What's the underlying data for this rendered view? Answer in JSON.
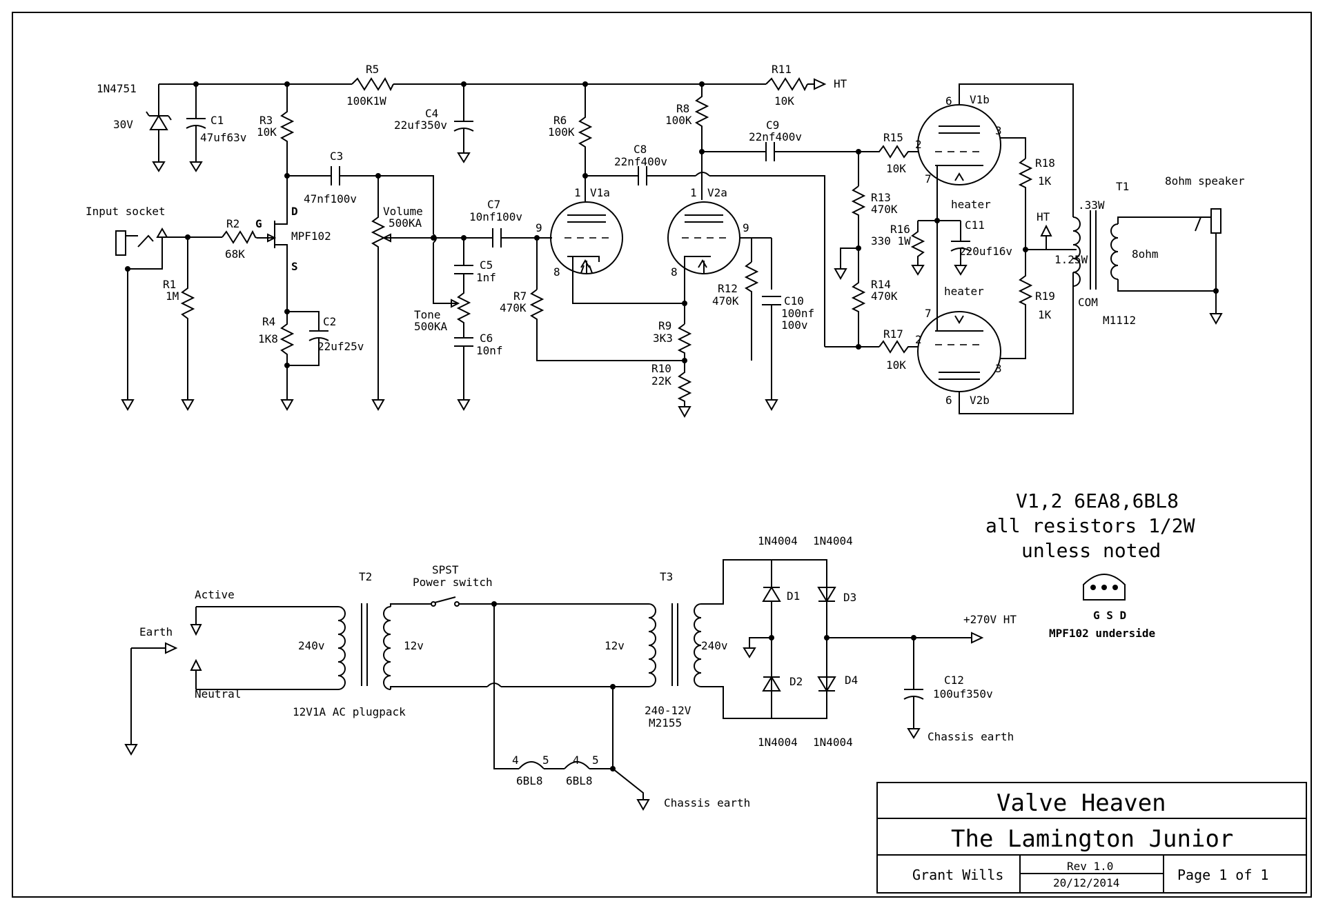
{
  "title_block": {
    "company": "Valve Heaven",
    "title": "The Lamington Junior",
    "author": "Grant Wills",
    "revision": "Rev 1.0",
    "date": "20/12/2014",
    "page": "Page 1 of 1"
  },
  "notes": {
    "line1": "V1,2 6EA8,6BL8",
    "line2": "all resistors 1/2W",
    "line3": "unless noted",
    "pinout_caption": "MPF102 underside",
    "pinout_pins": "G S D"
  },
  "labels": {
    "zener": "1N4751",
    "zener_v": "30V",
    "c1": "C1",
    "c1_v": "47uf63v",
    "r3": "R3",
    "r3_v": "10K",
    "r5": "R5",
    "r5_v": "100K1W",
    "c4": "C4",
    "c4_v": "22uf350v",
    "r11": "R11",
    "r11_v": "10K",
    "ht": "HT",
    "r6": "R6",
    "r6_v": "100K",
    "r8": "R8",
    "r8_v": "100K",
    "c9": "C9",
    "c9_v": "22nf400v",
    "c8": "C8",
    "c8_v": "22nf400v",
    "c3": "C3",
    "c3_v": "47nf100v",
    "input_socket": "Input socket",
    "r2": "R2",
    "r2_v": "68K",
    "g": "G",
    "d": "D",
    "s": "S",
    "mpf": "MPF102",
    "volume": "Volume",
    "volume_v": "500KA",
    "c7": "C7",
    "c7_v": "10nf100v",
    "c5": "C5",
    "c5_v": "1nf",
    "tone": "Tone",
    "tone_v": "500KA",
    "c6": "C6",
    "c6_v": "10nf",
    "r1": "R1",
    "r1_v": "1M",
    "r4": "R4",
    "r4_v": "1K8",
    "c2": "C2",
    "c2_v": "22uf25v",
    "v1a": "V1a",
    "v2a": "V2a",
    "v1b": "V1b",
    "v2b": "V2b",
    "r7": "R7",
    "r7_v": "470K",
    "r9": "R9",
    "r9_v": "3K3",
    "r10": "R10",
    "r10_v": "22K",
    "r12": "R12",
    "r12_v": "470K",
    "c10": "C10",
    "c10_v": "100nf",
    "c10_v2": "100v",
    "r13": "R13",
    "r13_v": "470K",
    "r14": "R14",
    "r14_v": "470K",
    "r15": "R15",
    "r15_v": "10K",
    "r16": "R16",
    "r16_v": "330 1W",
    "c11": "C11",
    "c11_v": "220uf16v",
    "r17": "R17",
    "r17_v": "10K",
    "r18": "R18",
    "r18_v": "1K",
    "r19": "R19",
    "r19_v": "1K",
    "heater": "heater",
    "t1": "T1",
    "speaker": "8ohm speaker",
    "t1_33w": ".33W",
    "t1_125w": "1.25W",
    "t1_8ohm": "8ohm",
    "com": "COM",
    "m1112": "M1112",
    "t2": "T2",
    "active": "Active",
    "earth": "Earth",
    "neutral": "Neutral",
    "v240": "240v",
    "v12": "12v",
    "plugpack": "12V1A AC plugpack",
    "spst": "SPST",
    "power_switch": "Power switch",
    "t3": "T3",
    "t3_desc": "240-12V",
    "t3_part": "M2155",
    "n1n4004": "1N4004",
    "d1": "D1",
    "d2": "D2",
    "d3": "D3",
    "d4": "D4",
    "ht270": "+270V HT",
    "c12": "C12",
    "c12_v": "100uf350v",
    "chassis_earth": "Chassis earth",
    "pin4": "4",
    "pin5": "5",
    "tube_type": "6BL8",
    "p1": "1",
    "p2": "2",
    "p3": "3",
    "p6": "6",
    "p7": "7",
    "p8": "8",
    "p9": "9"
  }
}
